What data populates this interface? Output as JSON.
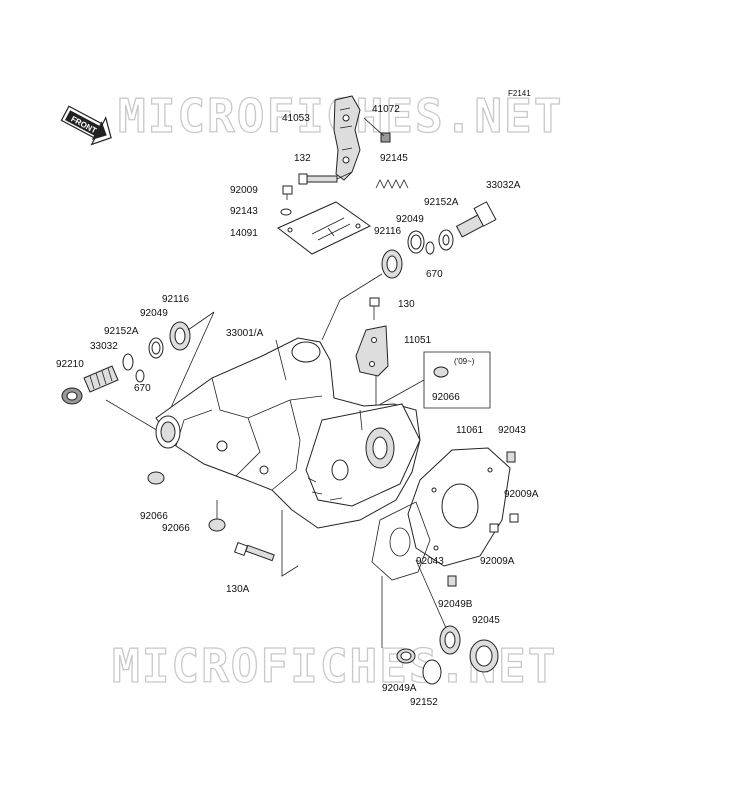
{
  "diagram": {
    "figure_code": "F2141",
    "front_badge": "FRONT",
    "watermark_text": "MICROFICHES.NET",
    "inset_note": "('09~)",
    "labels": [
      {
        "id": "41053",
        "text": "41053"
      },
      {
        "id": "41072",
        "text": "41072"
      },
      {
        "id": "132",
        "text": "132"
      },
      {
        "id": "92145",
        "text": "92145"
      },
      {
        "id": "92009",
        "text": "92009"
      },
      {
        "id": "92143",
        "text": "92143"
      },
      {
        "id": "14091",
        "text": "14091"
      },
      {
        "id": "33032A",
        "text": "33032A"
      },
      {
        "id": "92152A_r",
        "text": "92152A"
      },
      {
        "id": "92049_r",
        "text": "92049"
      },
      {
        "id": "92116_r",
        "text": "92116"
      },
      {
        "id": "670_r",
        "text": "670"
      },
      {
        "id": "130",
        "text": "130"
      },
      {
        "id": "11051",
        "text": "11051"
      },
      {
        "id": "92116_l",
        "text": "92116"
      },
      {
        "id": "92049_l",
        "text": "92049"
      },
      {
        "id": "92152A_l",
        "text": "92152A"
      },
      {
        "id": "33001A",
        "text": "33001/A"
      },
      {
        "id": "33032",
        "text": "33032"
      },
      {
        "id": "92210",
        "text": "92210"
      },
      {
        "id": "670_l",
        "text": "670"
      },
      {
        "id": "92066_inset",
        "text": "92066"
      },
      {
        "id": "11061",
        "text": "11061"
      },
      {
        "id": "92043_a",
        "text": "92043"
      },
      {
        "id": "92009A_a",
        "text": "92009A"
      },
      {
        "id": "92009A_b",
        "text": "92009A"
      },
      {
        "id": "92066_a",
        "text": "92066"
      },
      {
        "id": "92066_b",
        "text": "92066"
      },
      {
        "id": "130A",
        "text": "130A"
      },
      {
        "id": "92043_b",
        "text": "92043"
      },
      {
        "id": "92049B",
        "text": "92049B"
      },
      {
        "id": "92045",
        "text": "92045"
      },
      {
        "id": "92049A",
        "text": "92049A"
      },
      {
        "id": "92152",
        "text": "92152"
      }
    ]
  }
}
